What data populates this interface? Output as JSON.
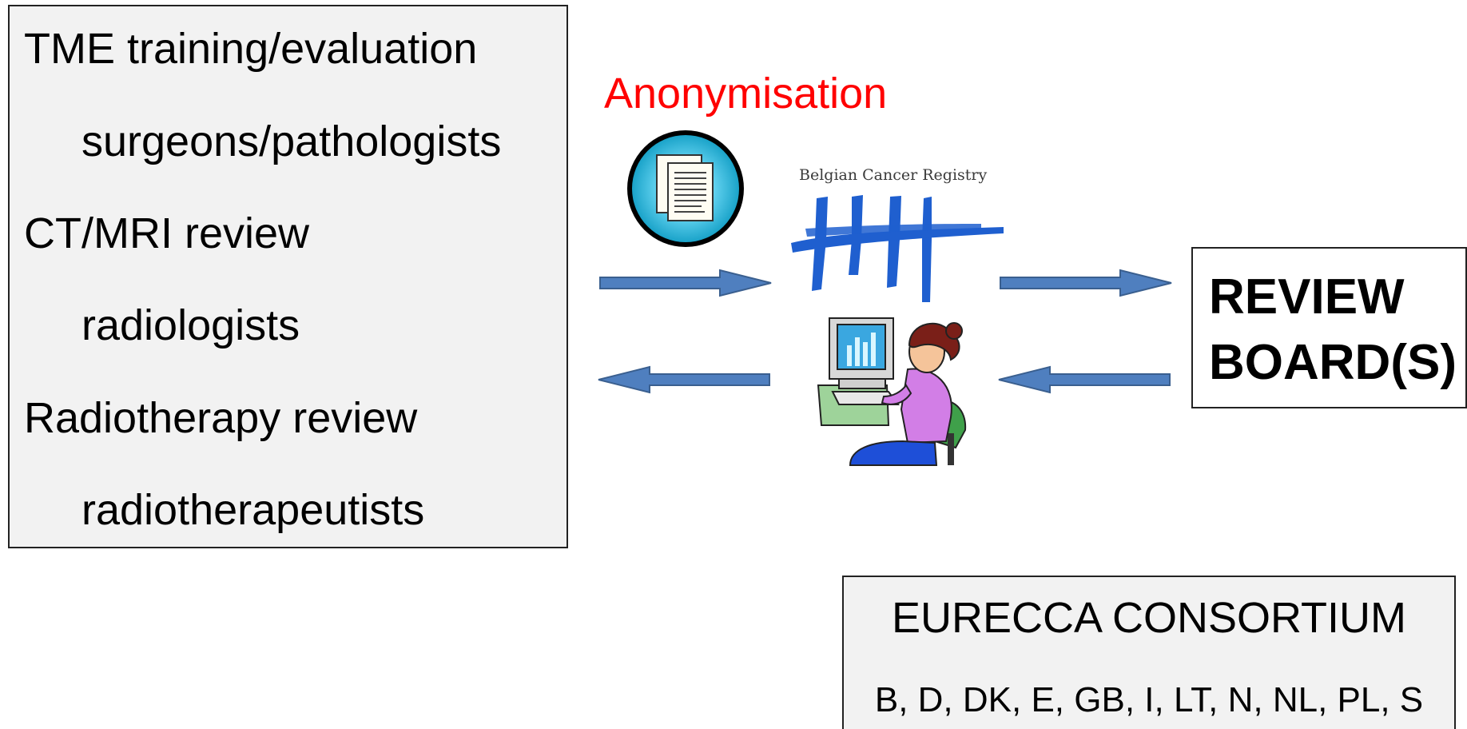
{
  "left_panel": {
    "items": [
      {
        "label": "TME training/evaluation",
        "indent": false
      },
      {
        "label": "surgeons/pathologists",
        "indent": true
      },
      {
        "label": "CT/MRI review",
        "indent": false
      },
      {
        "label": "radiologists",
        "indent": true
      },
      {
        "label": "Radiotherapy review",
        "indent": false
      },
      {
        "label": "radiotherapeutists",
        "indent": true
      }
    ]
  },
  "anonymisation": {
    "label": "Anonymisation",
    "color": "#ff0000"
  },
  "registry": {
    "caption": "Belgian Cancer Registry",
    "logo_color": "#1f5fcf"
  },
  "review_board": {
    "line1": "REVIEW",
    "line2": "BOARD(S)"
  },
  "consortium": {
    "title": "EURECCA CONSORTIUM",
    "countries": "B, D, DK, E, GB, I, LT, N, NL, PL, S"
  },
  "colors": {
    "arrow_fill": "#4f7fbf",
    "arrow_stroke": "#3a5f8f",
    "panel_fill": "#f2f2f2"
  },
  "icons": [
    "documents-icon",
    "registry-logo-icon",
    "person-at-computer-icon",
    "right-arrow-icon",
    "left-arrow-icon"
  ]
}
